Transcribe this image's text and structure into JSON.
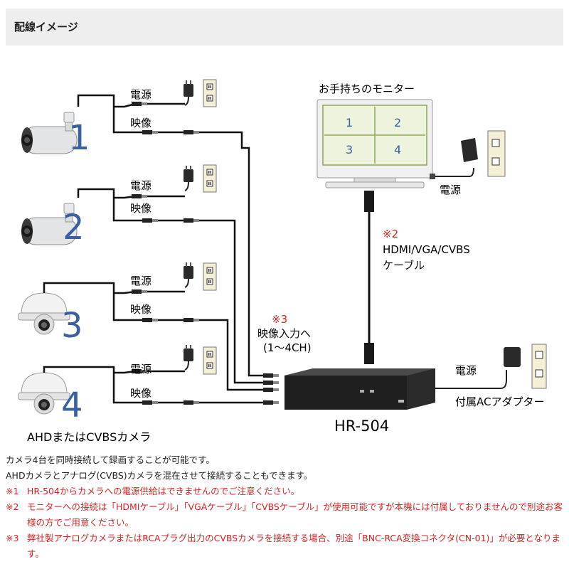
{
  "header": {
    "title": "配線イメージ"
  },
  "cameras": [
    {
      "number": "1",
      "power_label": "電源",
      "video_label": "映像"
    },
    {
      "number": "2",
      "power_label": "電源",
      "video_label": "映像"
    },
    {
      "number": "3",
      "power_label": "電源",
      "video_label": "映像"
    },
    {
      "number": "4",
      "power_label": "電源",
      "video_label": "映像"
    }
  ],
  "camera_caption": "AHDまたはCVBSカメラ",
  "monitor": {
    "caption": "お手持ちのモニター",
    "panels": [
      "1",
      "2",
      "3",
      "4"
    ],
    "power_label": "電源"
  },
  "cable": {
    "mark": "※2",
    "line1": "HDMI/VGA/CVBS",
    "line2": "ケーブル"
  },
  "video_input": {
    "mark": "※3",
    "line1": "映像入力へ",
    "line2": "(1～4CH)"
  },
  "recorder": {
    "model": "HR-504"
  },
  "adapter": {
    "power_label": "電源",
    "caption": "付属ACアダプター"
  },
  "colors": {
    "accent_number": "#3b5fa0",
    "note_red": "#d62222",
    "header_bg": "#eeeeee"
  },
  "notes": {
    "line1": "カメラ4台を同時接続して録画することが可能です。",
    "line2": "AHDカメラとアナログ(CVBS)カメラを混在させて接続することもできます。",
    "items": [
      {
        "mark": "※1",
        "text": "HR-504からカメラへの電源供給はできませんのでご注意ください。"
      },
      {
        "mark": "※2",
        "text": "モニターへの接続は「HDMIケーブル」「VGAケーブル」「CVBSケーブル」が使用可能ですが本機には付属しておりませんので別途お客様の方でご用意ください。"
      },
      {
        "mark": "※3",
        "text": "弊社製アナログカメラまたはRCAプラグ出力のCVBSカメラを接続する場合、別途「BNC-RCA変換コネクタ(CN-01)」が必要となります。"
      }
    ]
  }
}
